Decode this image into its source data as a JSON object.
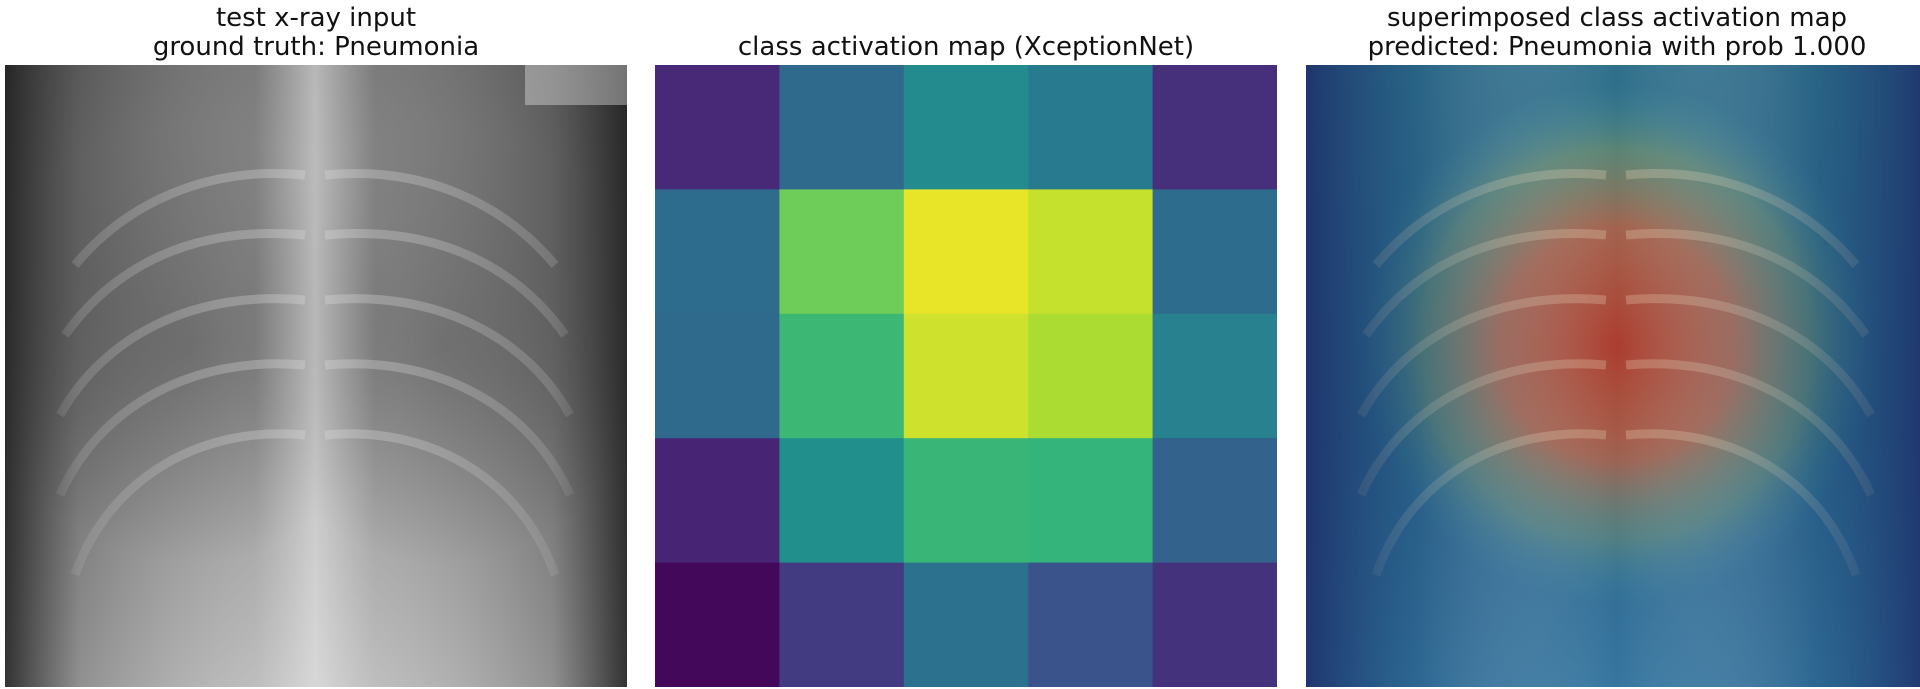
{
  "panels": [
    {
      "title_line1": "test x-ray input",
      "title_line2": "ground truth: Pneumonia"
    },
    {
      "title_line1": "",
      "title_line2": "class activation map (XceptionNet)"
    },
    {
      "title_line1": "superimposed class activation map",
      "title_line2": "predicted: Pneumonia with prob 1.000"
    }
  ],
  "chart_data": {
    "type": "heatmap",
    "title": "class activation map (XceptionNet)",
    "colormap": "viridis",
    "value_range": [
      0,
      1
    ],
    "rows": 5,
    "cols": 5,
    "values": [
      [
        0.12,
        0.35,
        0.48,
        0.42,
        0.14
      ],
      [
        0.36,
        0.78,
        0.97,
        0.92,
        0.36
      ],
      [
        0.35,
        0.68,
        0.93,
        0.88,
        0.44
      ],
      [
        0.11,
        0.5,
        0.67,
        0.66,
        0.32
      ],
      [
        0.02,
        0.18,
        0.38,
        0.26,
        0.15
      ]
    ],
    "grid": false,
    "axes_visible": false
  },
  "prediction": {
    "label": "Pneumonia",
    "probability": 1.0
  },
  "ground_truth": "Pneumonia"
}
